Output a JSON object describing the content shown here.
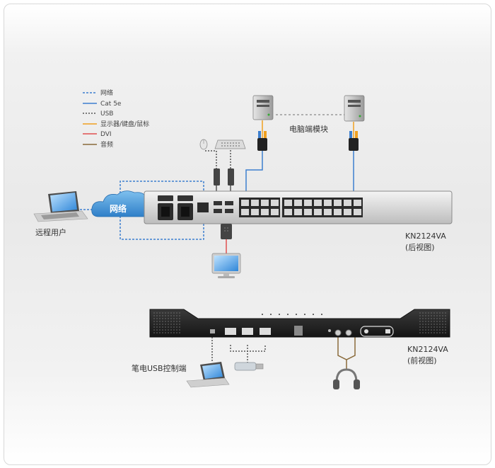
{
  "legend": [
    {
      "label": "网络",
      "color": "#3d7fcf",
      "dash": "3,2"
    },
    {
      "label": "Cat 5e",
      "color": "#3d7fcf",
      "dash": ""
    },
    {
      "label": "USB",
      "color": "#555555",
      "dash": "2,2"
    },
    {
      "label": "显示器/键盘/鼠标",
      "color": "#f0a020",
      "dash": ""
    },
    {
      "label": "DVI",
      "color": "#e05050",
      "dash": ""
    },
    {
      "label": "音频",
      "color": "#8a6a3a",
      "dash": ""
    }
  ],
  "labels": {
    "cloud": "网络",
    "remote_user": "远程用户",
    "computer_module": "电脑端模块",
    "rear_model": "KN2124VA",
    "rear_view": "(后视图)",
    "front_model": "KN2124VA",
    "front_view": "(前视图)",
    "laptop_usb": "笔电USB控制端"
  }
}
